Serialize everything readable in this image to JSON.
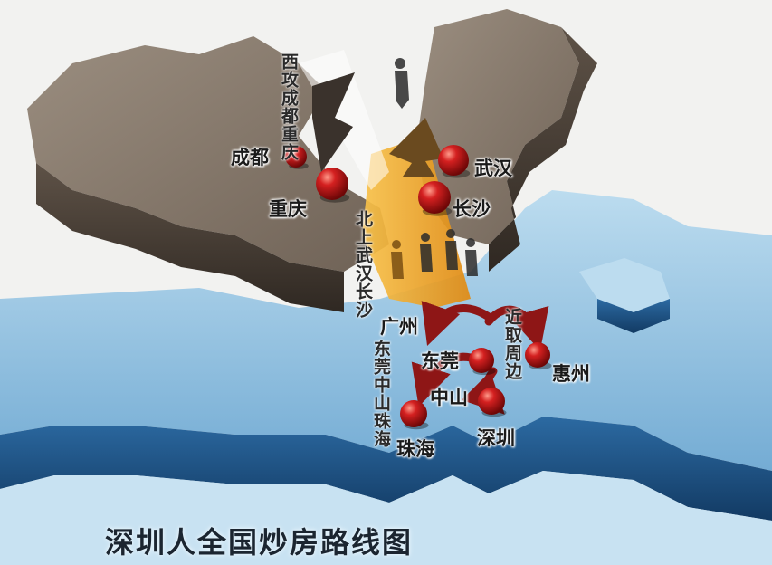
{
  "title": "深圳人全国炒房路线图",
  "cities": {
    "chengdu": "成都",
    "chongqing": "重庆",
    "wuhan": "武汉",
    "changsha": "长沙",
    "guangzhou": "广州",
    "dongguan": "东莞",
    "zhongshan": "中山",
    "huizhou": "惠州",
    "shenzhen": "深圳",
    "zhuhai": "珠海"
  },
  "routes": {
    "west": "西攻成都重庆",
    "north": "北上武汉长沙",
    "near": "近取周边",
    "pearl": "东莞中山珠海"
  },
  "colors": {
    "land_brown": "#8a7d6f",
    "sea_blue": "#6aa6cf",
    "route_orange": "#f2a21f",
    "pin_red": "#c61a1a",
    "arrow_red": "#8e1616"
  }
}
